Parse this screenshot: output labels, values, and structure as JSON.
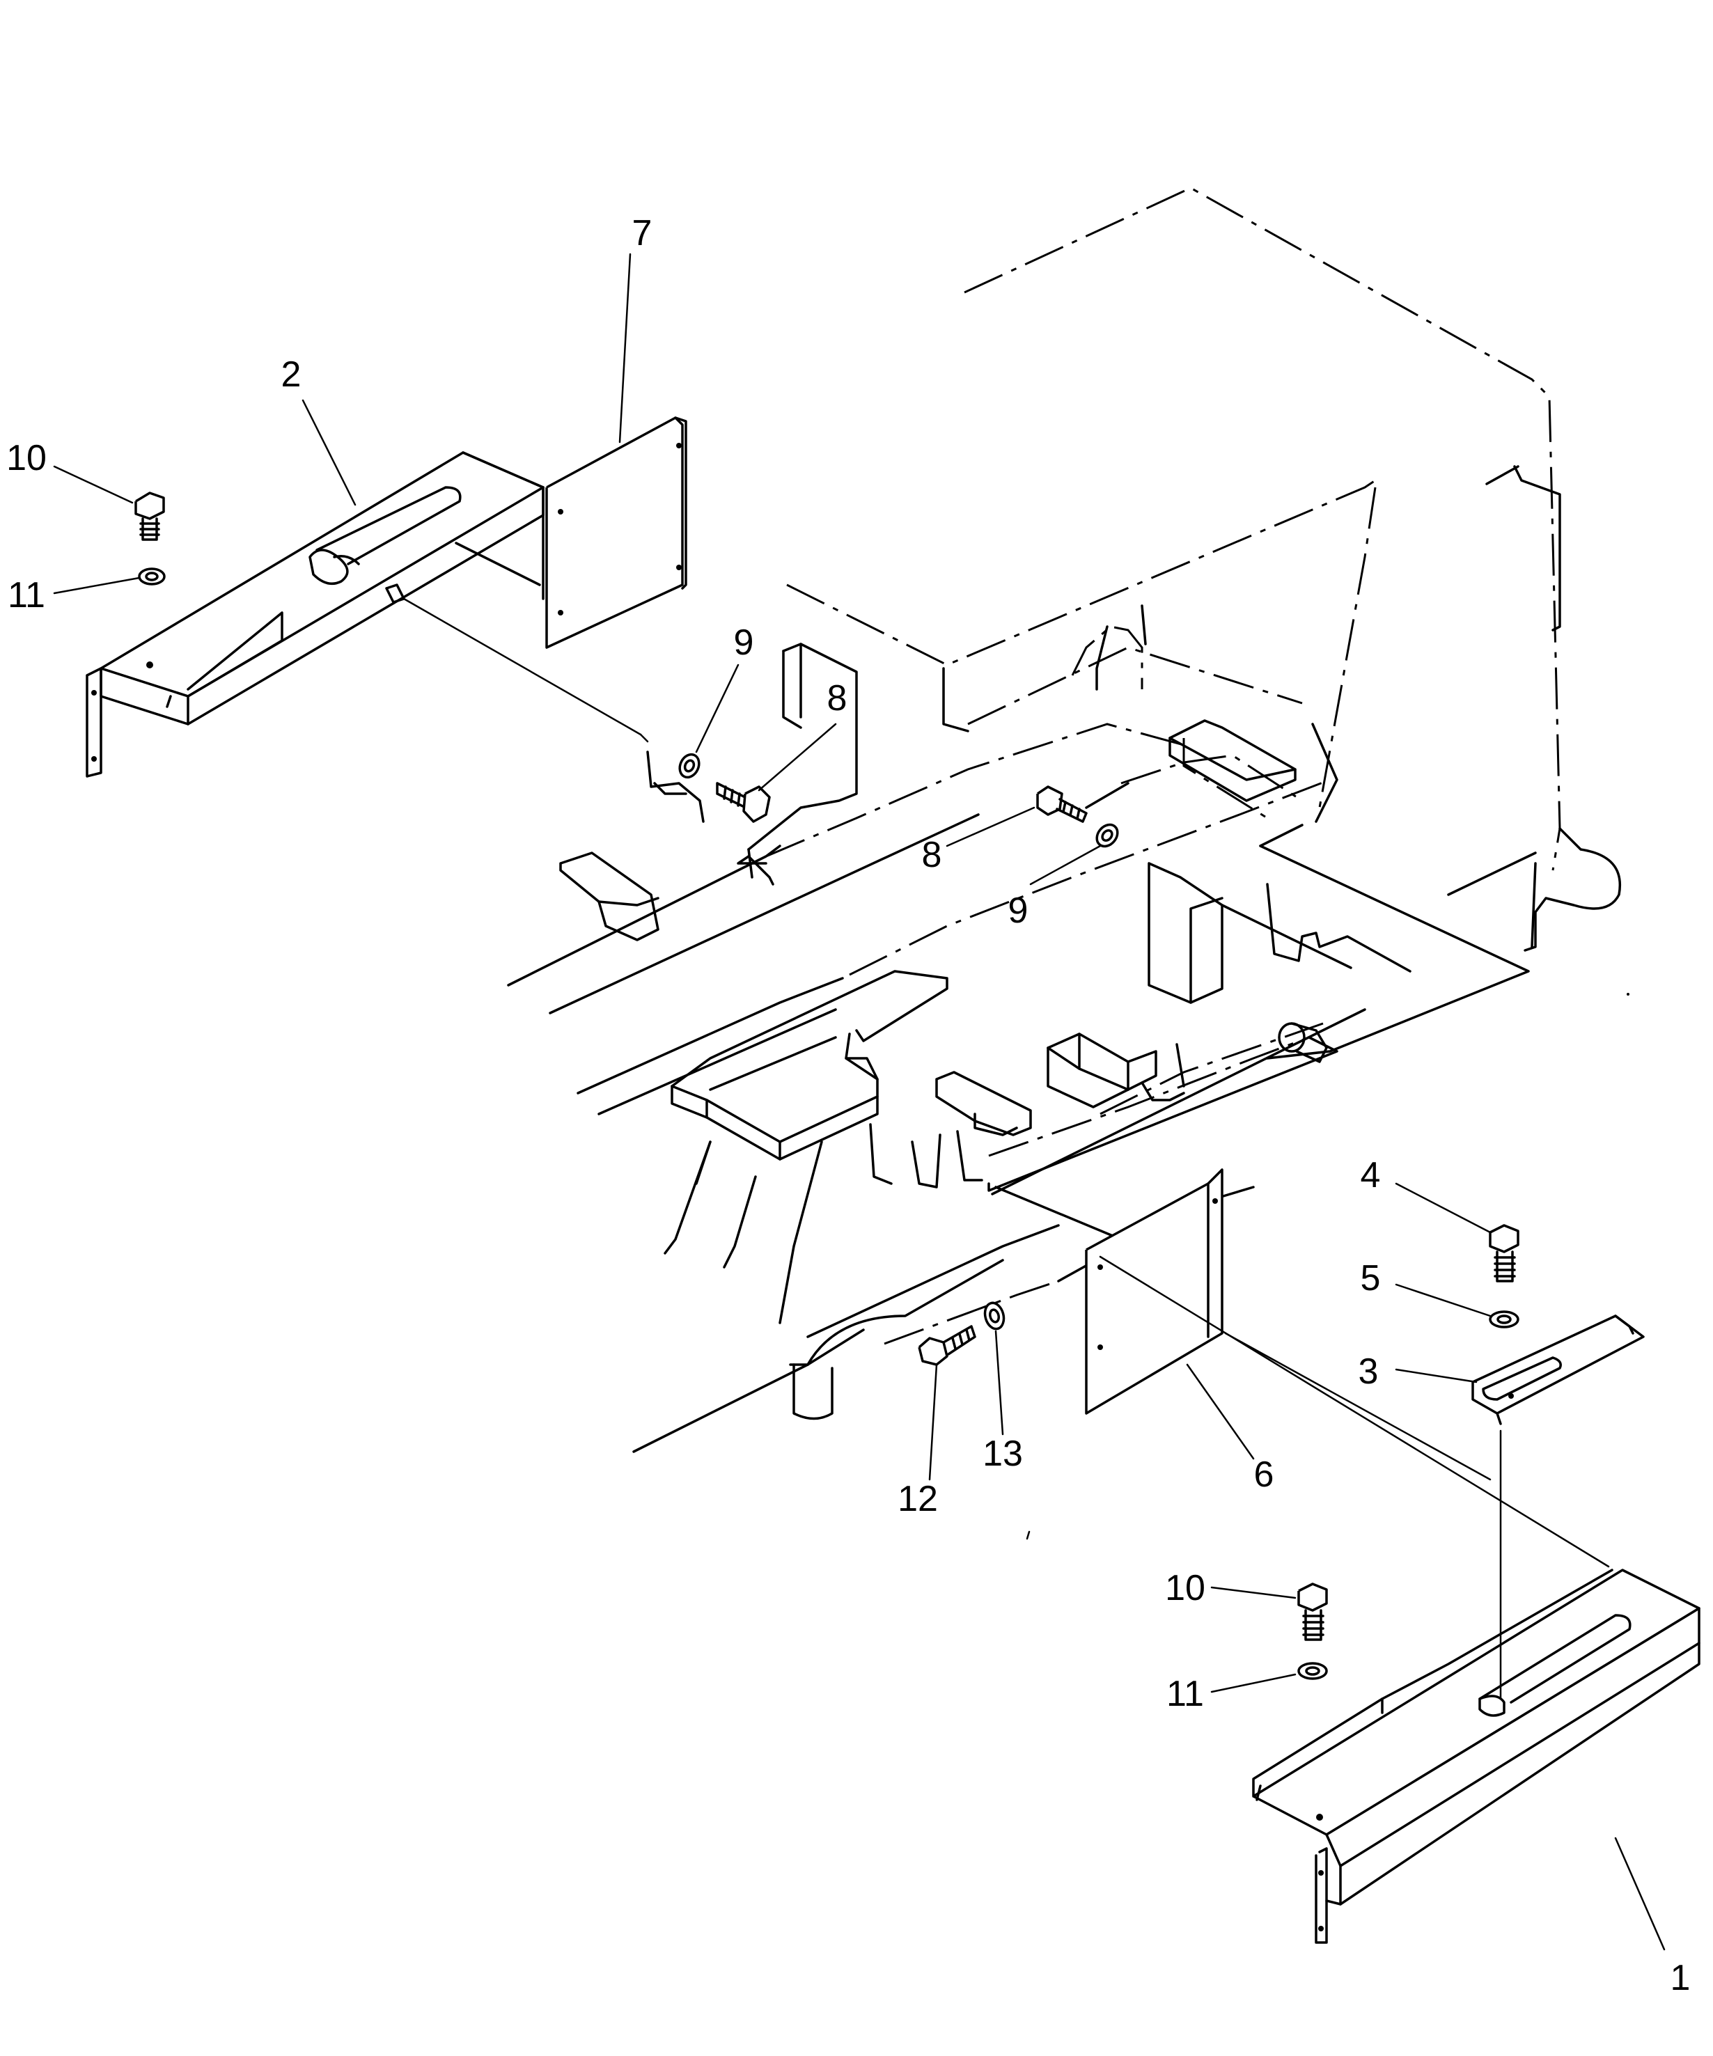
{
  "callouts": [
    {
      "id": "c1",
      "label": "1"
    },
    {
      "id": "c2",
      "label": "2"
    },
    {
      "id": "c3",
      "label": "3"
    },
    {
      "id": "c4",
      "label": "4"
    },
    {
      "id": "c5",
      "label": "5"
    },
    {
      "id": "c6",
      "label": "6"
    },
    {
      "id": "c7",
      "label": "7"
    },
    {
      "id": "c8a",
      "label": "8"
    },
    {
      "id": "c8b",
      "label": "8"
    },
    {
      "id": "c9a",
      "label": "9"
    },
    {
      "id": "c9b",
      "label": "9"
    },
    {
      "id": "c10a",
      "label": "10"
    },
    {
      "id": "c10b",
      "label": "10"
    },
    {
      "id": "c11a",
      "label": "11"
    },
    {
      "id": "c11b",
      "label": "11"
    },
    {
      "id": "c12",
      "label": "12"
    },
    {
      "id": "c13",
      "label": "13"
    }
  ]
}
